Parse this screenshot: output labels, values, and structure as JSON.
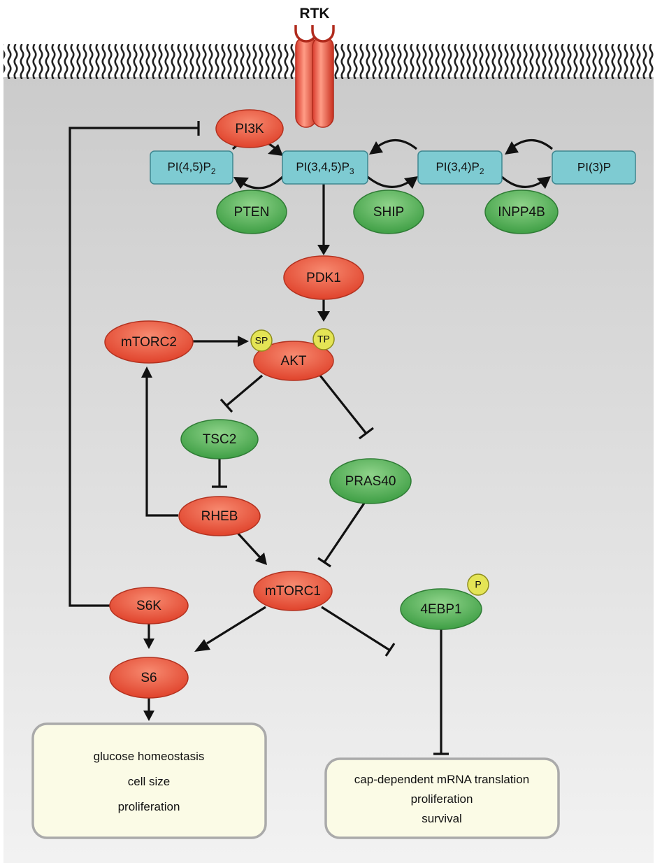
{
  "receptor": "RTK",
  "nodes": {
    "pi3k": "PI3K",
    "pi45p2": {
      "base": "PI(4,5)P",
      "sub": "2"
    },
    "pi345p3": {
      "base": "PI(3,4,5)P",
      "sub": "3"
    },
    "pi34p2": {
      "base": "PI(3,4)P",
      "sub": "2"
    },
    "pi3p": "PI(3)P",
    "pten": "PTEN",
    "ship": "SHIP",
    "inpp4b": "INPP4B",
    "pdk1": "PDK1",
    "mtorc2": "mTORC2",
    "akt": "AKT",
    "tsc2": "TSC2",
    "pras40": "PRAS40",
    "rheb": "RHEB",
    "mtorc1": "mTORC1",
    "s6k": "S6K",
    "s6": "S6",
    "4ebp1": "4EBP1"
  },
  "phospho": {
    "akt_s": "SP",
    "akt_t": "TP",
    "ebp": "P"
  },
  "outcomes": {
    "left": [
      "glucose homeostasis",
      "cell size",
      "proliferation"
    ],
    "right": [
      "cap-dependent mRNA translation",
      "proliferation",
      "survival"
    ]
  },
  "colors": {
    "kinase": "#e8503a",
    "suppressor": "#4caf50",
    "lipid": "#7ecbd2",
    "phospho": "#e4e455",
    "outcome_bg": "#fbfbe6"
  }
}
